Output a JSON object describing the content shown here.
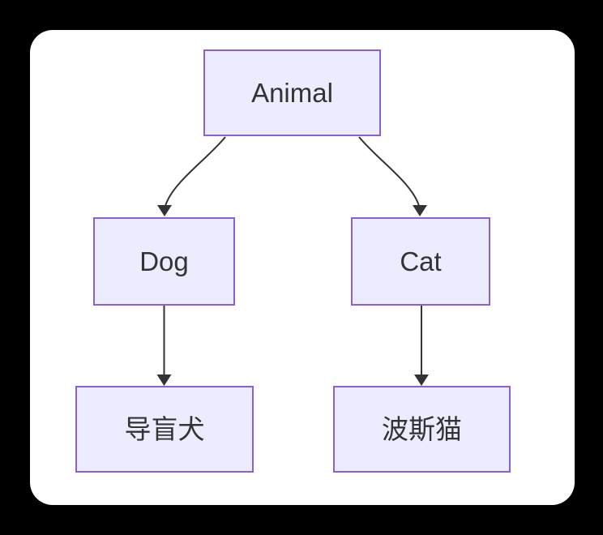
{
  "diagram": {
    "type": "flowchart",
    "direction": "top-down",
    "nodes": [
      {
        "id": "animal",
        "label": "Animal"
      },
      {
        "id": "dog",
        "label": "Dog"
      },
      {
        "id": "cat",
        "label": "Cat"
      },
      {
        "id": "guide_dog",
        "label": "导盲犬"
      },
      {
        "id": "persian_cat",
        "label": "波斯猫"
      }
    ],
    "edges": [
      {
        "from": "animal",
        "to": "dog",
        "style": "curved-arrow"
      },
      {
        "from": "animal",
        "to": "cat",
        "style": "curved-arrow"
      },
      {
        "from": "dog",
        "to": "guide_dog",
        "style": "straight-arrow"
      },
      {
        "from": "cat",
        "to": "persian_cat",
        "style": "straight-arrow"
      }
    ],
    "colors": {
      "page_background": "#000000",
      "canvas_background": "#FFFFFF",
      "node_fill": "#ECECFF",
      "node_border": "#8C5FD9",
      "edge": "#333333",
      "text": "#333333"
    }
  }
}
